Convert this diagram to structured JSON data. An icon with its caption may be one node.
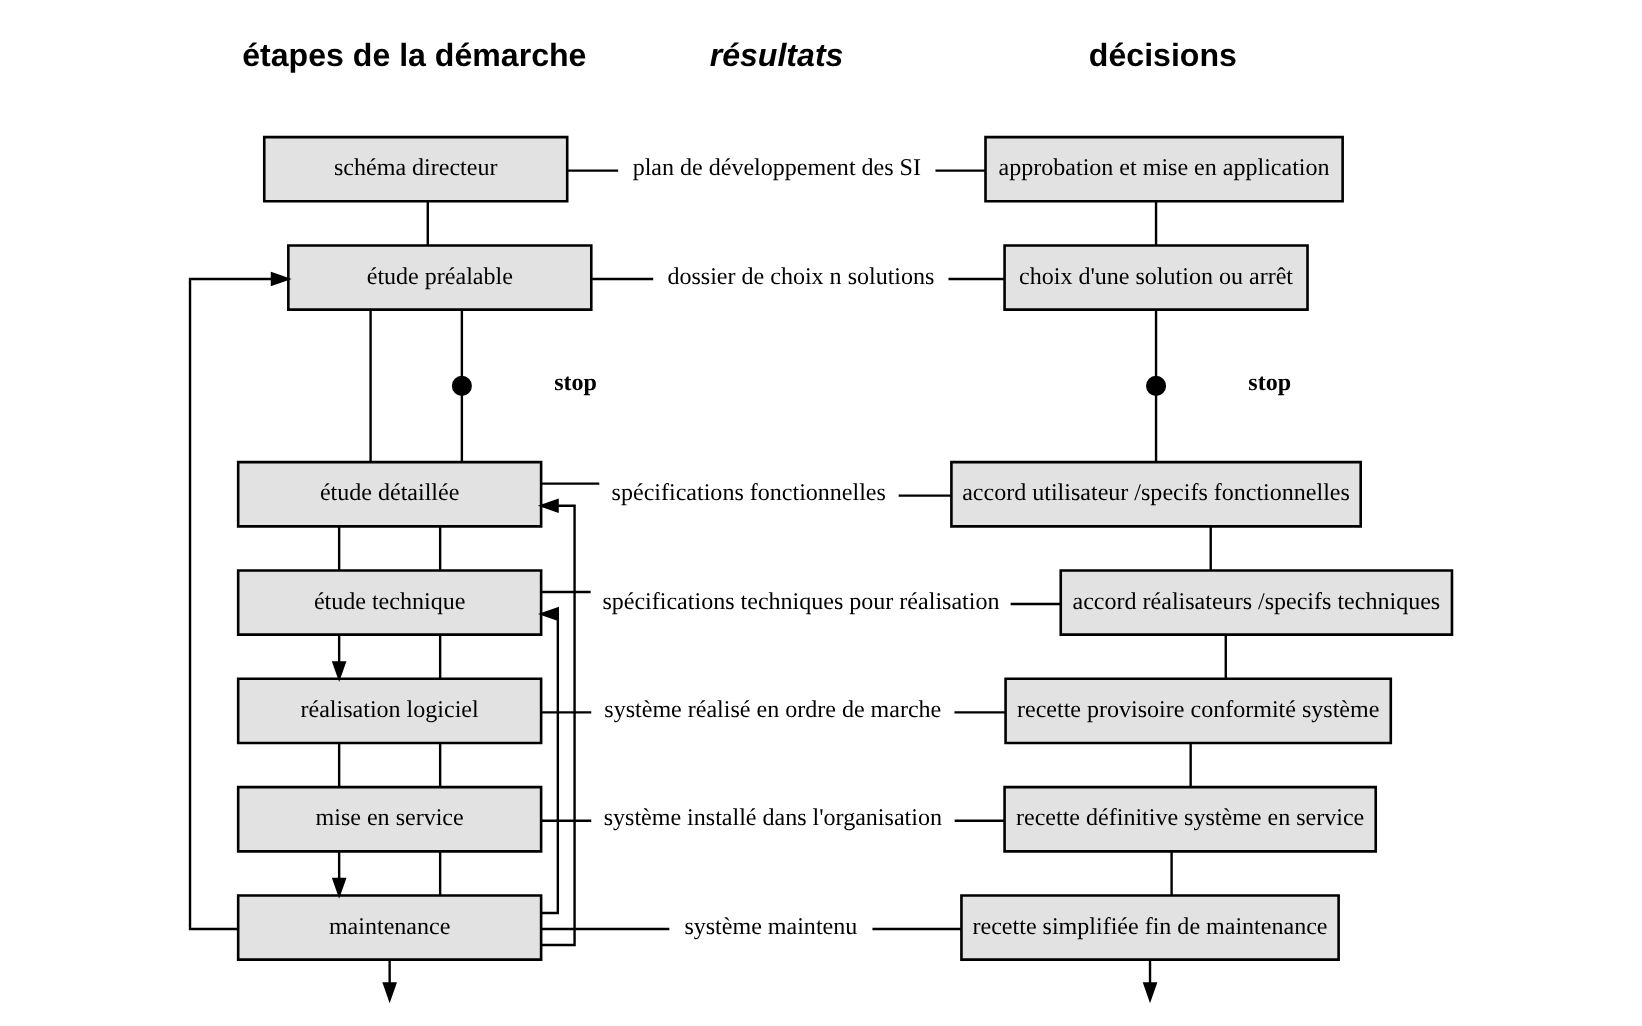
{
  "diagram": {
    "nodes": [
      {
        "text": [
          "schéma directeur"
        ]
      },
      {
        "text": [
          "étude préalable"
        ]
      },
      {
        "text": [],
        "shape": "circle",
        "beside": [
          "stop"
        ]
      },
      {
        "text": [
          "étude détaillée"
        ]
      },
      {
        "text": [
          "étude technique"
        ]
      },
      {
        "text": [
          "réalisation logiciel"
        ]
      },
      {
        "text": [
          "mise en service"
        ]
      },
      {
        "text": [
          "maintenance"
        ]
      },
      {
        "text": [
          "plan de développement des SI"
        ]
      },
      {
        "text": [
          "dossier de choix n solutions"
        ]
      },
      {
        "text": [
          "spécifications fonctionnelles"
        ]
      },
      {
        "text": [
          "spécifications techniques pour réalisation"
        ]
      },
      {
        "text": [
          "système réalisé en ordre de marche"
        ]
      },
      {
        "text": [
          "système installé dans l'organisation"
        ]
      },
      {
        "text": [
          "système maintenu"
        ]
      },
      {
        "text": [
          "approbation et mise en application"
        ]
      },
      {
        "text": [
          "choix d'une solution ou arrêt"
        ]
      },
      {
        "text": [],
        "shape": "circle",
        "beside": [
          "stop"
        ]
      },
      {
        "text": [
          "accord utilisateur /specifs fonctionnelles"
        ]
      },
      {
        "text": [
          "accord réalisateurs /specifs techniques"
        ]
      },
      {
        "text": [
          "recette provisoire conformité système"
        ]
      },
      {
        "text": [
          "recette définitive système en service"
        ]
      },
      {
        "text": [
          "recette simplifiée fin de maintenance"
        ]
      }
    ],
    "edges": [
      {
        "from": 0,
        "to": 1,
        "arrow": "none"
      },
      {
        "from": 1,
        "to": 3,
        "arrow": "none"
      },
      {
        "from": 1,
        "to": 2,
        "arrow": "none"
      },
      {
        "from": 2,
        "to": 3,
        "arrow": "none"
      },
      {
        "from": 3,
        "to": 4,
        "arrow": "none"
      },
      {
        "from": 3,
        "to": 4,
        "arrow": "none"
      },
      {
        "from": 4,
        "to": 5,
        "arrow": "to"
      },
      {
        "from": 4,
        "to": 5,
        "arrow": "none"
      },
      {
        "from": 5,
        "to": 6,
        "arrow": "none"
      },
      {
        "from": 5,
        "to": 6,
        "arrow": "none"
      },
      {
        "from": 6,
        "to": 7,
        "arrow": "to"
      },
      {
        "from": 6,
        "to": 7,
        "arrow": "none"
      },
      {
        "from": 7,
        "to": null,
        "arrow": "to"
      },
      {
        "from": 7,
        "to": 1,
        "arrow": "to"
      },
      {
        "from": 7,
        "to": 3,
        "arrow": "to"
      },
      {
        "from": 7,
        "to": 4,
        "arrow": "to"
      },
      {
        "from": 0,
        "to": 8,
        "arrow": "none"
      },
      {
        "from": 1,
        "to": 9,
        "arrow": "none"
      },
      {
        "from": 3,
        "to": 10,
        "arrow": "none"
      },
      {
        "from": 4,
        "to": 11,
        "arrow": "none"
      },
      {
        "from": 5,
        "to": 12,
        "arrow": "none"
      },
      {
        "from": 6,
        "to": 13,
        "arrow": "none"
      },
      {
        "from": 7,
        "to": 14,
        "arrow": "none"
      },
      {
        "from": 8,
        "to": 15,
        "arrow": "none"
      },
      {
        "from": 9,
        "to": 16,
        "arrow": "none"
      },
      {
        "from": 10,
        "to": 18,
        "arrow": "none"
      },
      {
        "from": 11,
        "to": 19,
        "arrow": "none"
      },
      {
        "from": 12,
        "to": 20,
        "arrow": "none"
      },
      {
        "from": 13,
        "to": 21,
        "arrow": "none"
      },
      {
        "from": 14,
        "to": 22,
        "arrow": "none"
      },
      {
        "from": 15,
        "to": 16,
        "arrow": "none"
      },
      {
        "from": 16,
        "to": 17,
        "arrow": "none"
      },
      {
        "from": 17,
        "to": 18,
        "arrow": "none"
      },
      {
        "from": 18,
        "to": 19,
        "arrow": "none"
      },
      {
        "from": 19,
        "to": 20,
        "arrow": "none"
      },
      {
        "from": 20,
        "to": 21,
        "arrow": "none"
      },
      {
        "from": 21,
        "to": 22,
        "arrow": "none"
      },
      {
        "from": 22,
        "to": null,
        "arrow": "to"
      }
    ],
    "labels": [
      "étapes de la démarche",
      "résultats",
      "décisions"
    ]
  }
}
